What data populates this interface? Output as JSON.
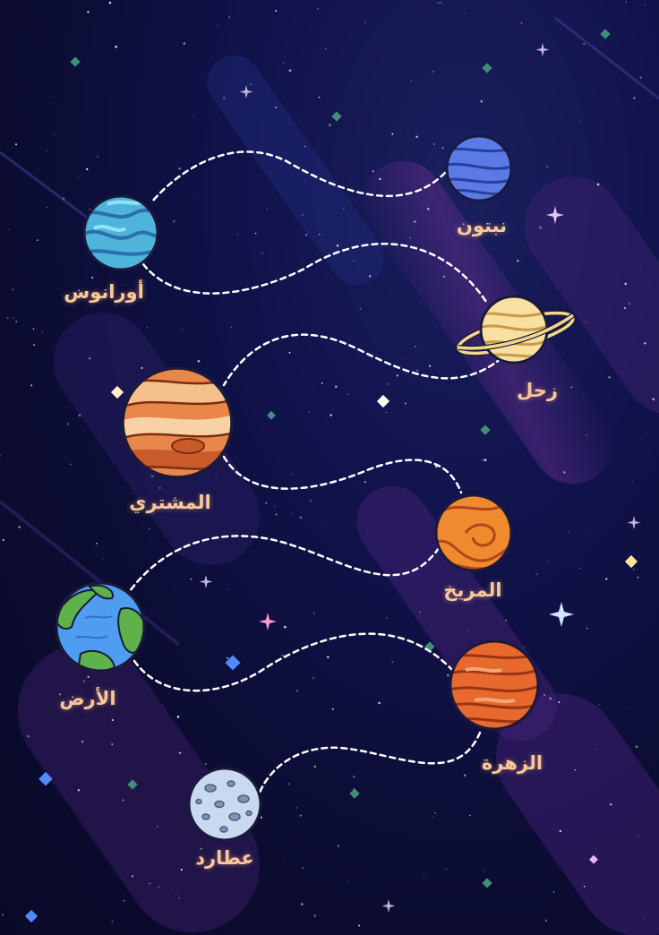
{
  "planets": {
    "neptune": "نبتون",
    "uranus": "أورانوس",
    "saturn": "زحل",
    "jupiter": "المشتري",
    "mars": "المريخ",
    "earth": "الأرض",
    "venus": "الزهرة",
    "mercury": "عطارد"
  },
  "colors": {
    "label": "#f6c99a",
    "path": "#ffffff",
    "background": "#0c0d33"
  }
}
